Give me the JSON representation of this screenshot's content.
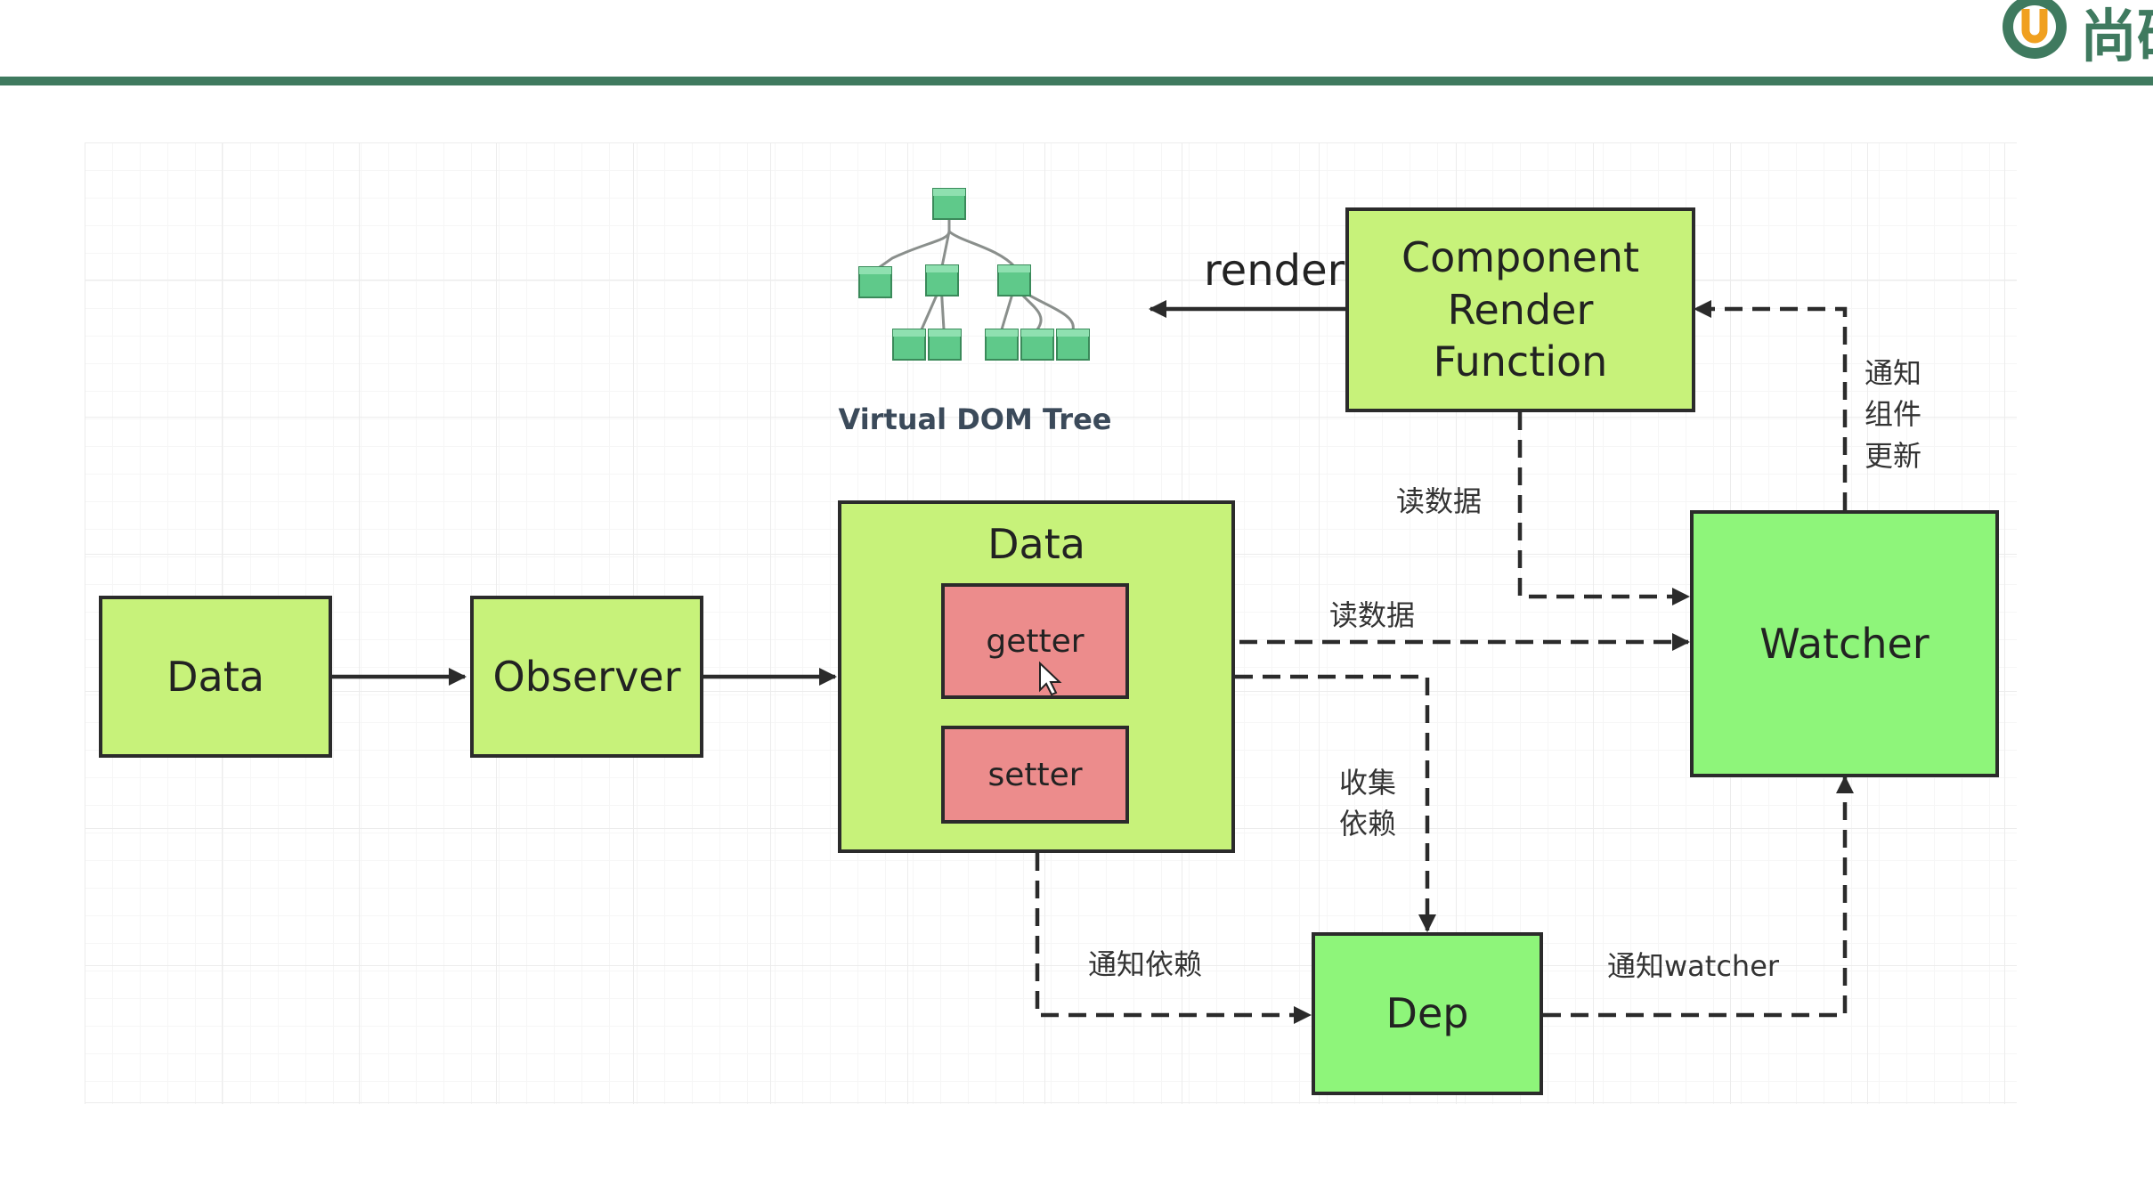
{
  "header": {
    "logo_text": "尚硅"
  },
  "diagram": {
    "vdom": {
      "title": "Virtual DOM Tree"
    },
    "nodes": {
      "data_source": {
        "label": "Data"
      },
      "observer": {
        "label": "Observer"
      },
      "data_container": {
        "label": "Data"
      },
      "getter": {
        "label": "getter"
      },
      "setter": {
        "label": "setter"
      },
      "component_render": {
        "label": "Component\nRender\nFunction"
      },
      "watcher": {
        "label": "Watcher"
      },
      "dep": {
        "label": "Dep"
      }
    },
    "edges": {
      "render": "render",
      "read_data_top": "读数据",
      "read_data_mid": "读数据",
      "notify_update": "通知\n组件\n更新",
      "collect_deps": "收集\n依赖",
      "notify_deps": "通知依赖",
      "notify_watcher": "通知watcher"
    }
  },
  "colors": {
    "lime": "#c7f27a",
    "green": "#8ef57a",
    "pink": "#ec8c8c",
    "tree_node": "#5fc98a",
    "header_bar": "#3f7a5f"
  }
}
